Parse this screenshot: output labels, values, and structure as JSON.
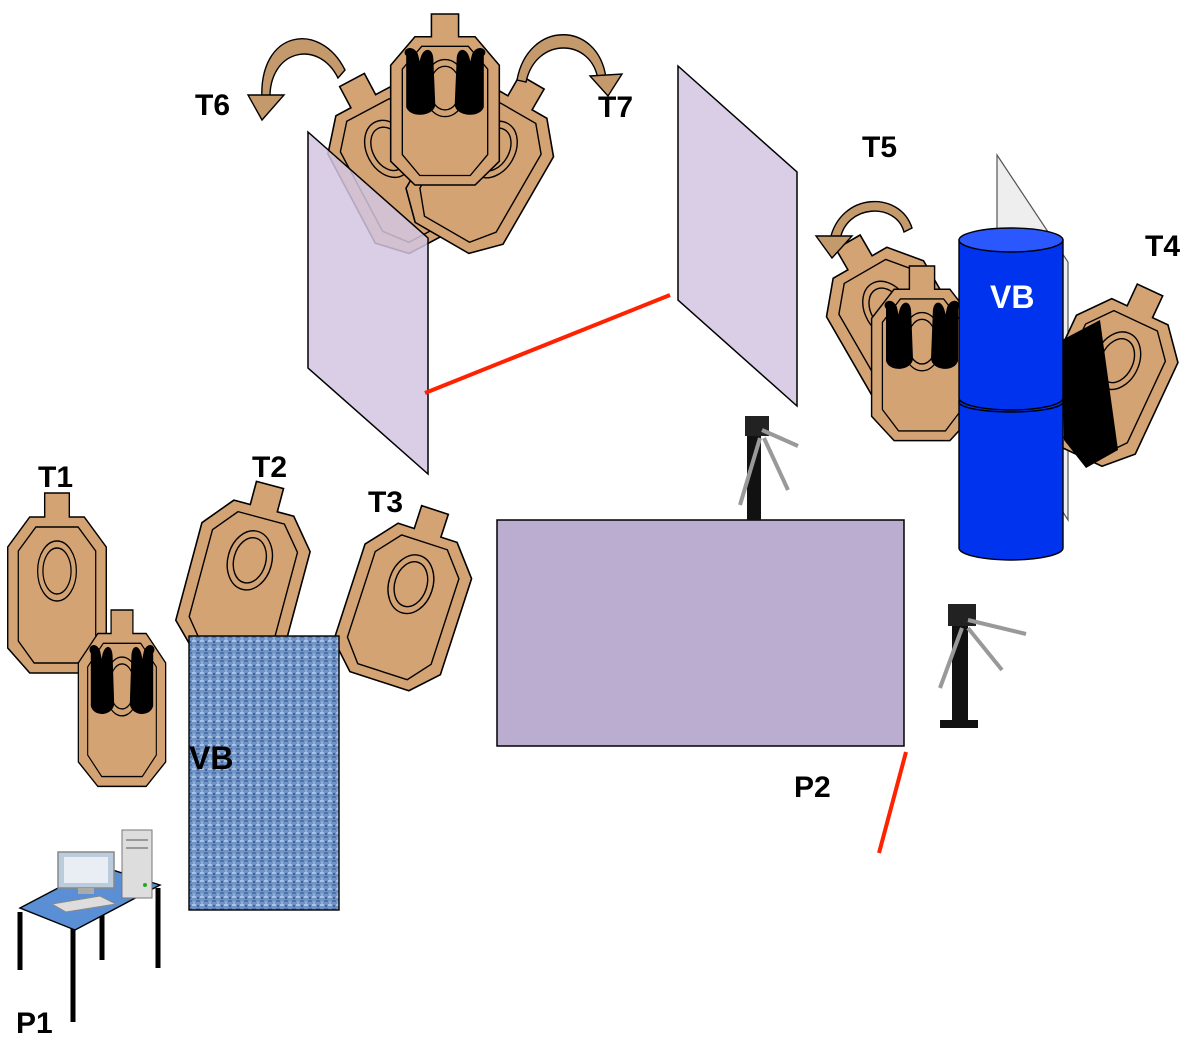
{
  "labels": {
    "t1": "T1",
    "t2": "T2",
    "t3": "T3",
    "t4": "T4",
    "t5": "T5",
    "t6": "T6",
    "t7": "T7",
    "p1": "P1",
    "p2": "P2",
    "vb_left": "VB",
    "vb_right": "VB"
  },
  "colors": {
    "target": "#d4a373",
    "panel": "#d2c5e0",
    "wall": "#bbadd0",
    "barrel": "#0033ee",
    "fault_line": "#ff2200",
    "vision_barrier": "#6d8fc3",
    "table": "#5a8fd6"
  }
}
